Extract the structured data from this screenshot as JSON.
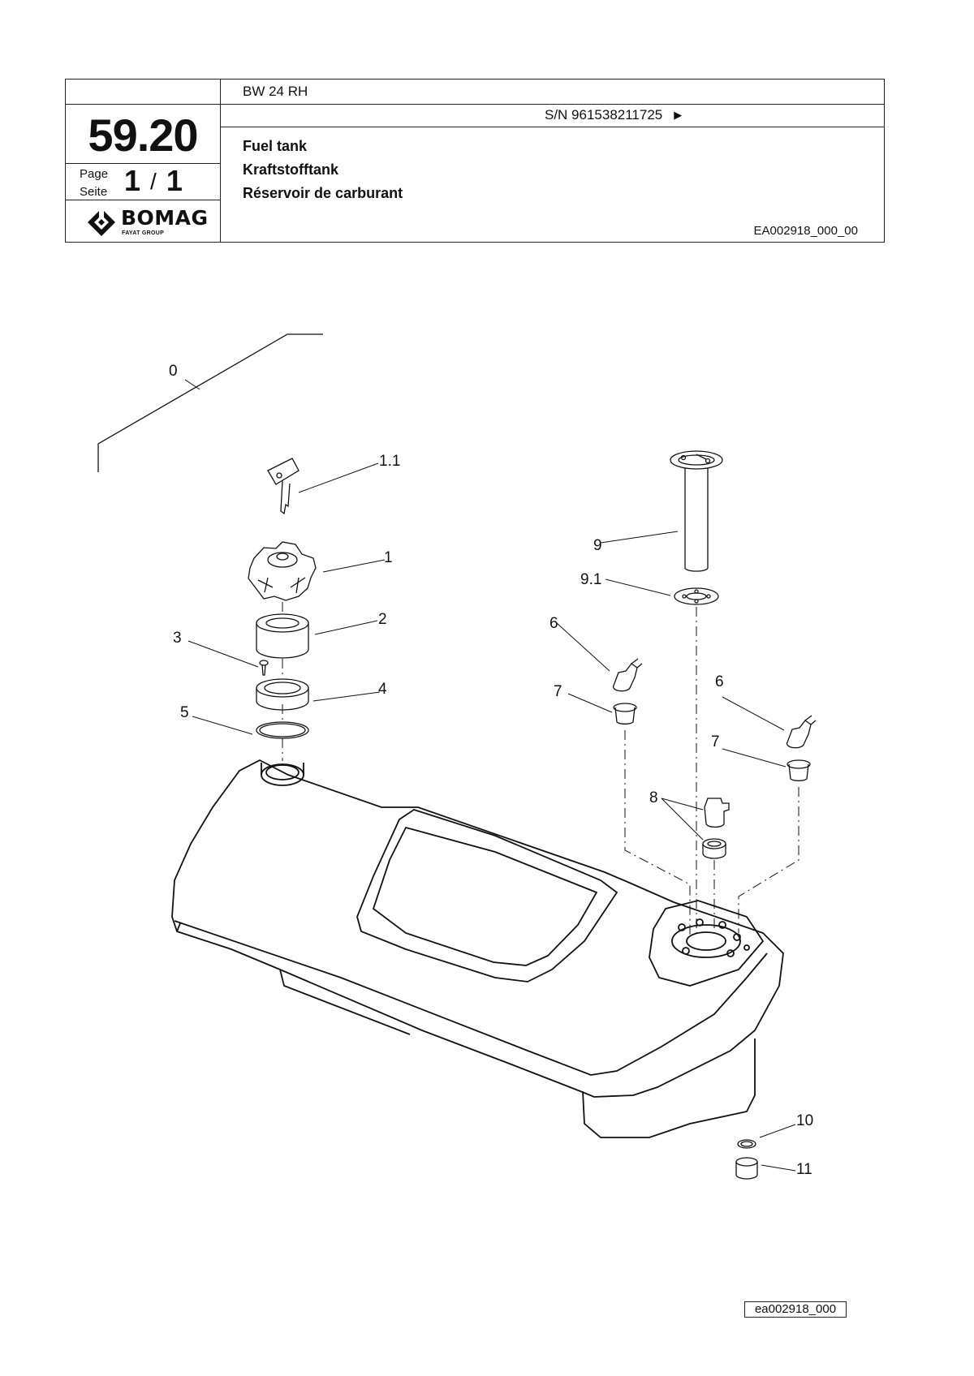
{
  "header": {
    "page_number": "59.20",
    "page_label_en": "Page",
    "page_label_de": "Seite",
    "page_current": "1",
    "page_total": "1",
    "logo_text": "BOMAG",
    "logo_sub": "FAYAT GROUP",
    "model": "BW 24 RH",
    "serial": "S/N 961538211725",
    "serial_arrow": "▶",
    "title_en": "Fuel tank",
    "title_de": "Kraftstofftank",
    "title_fr": "Réservoir de carburant",
    "drawing_code": "EA002918_000_00"
  },
  "callouts": {
    "c0": "0",
    "c1_1": "1.1",
    "c1": "1",
    "c2": "2",
    "c3": "3",
    "c4": "4",
    "c5": "5",
    "c6a": "6",
    "c6b": "6",
    "c7a": "7",
    "c7b": "7",
    "c8": "8",
    "c9": "9",
    "c9_1": "9.1",
    "c10": "10",
    "c11": "11"
  },
  "footer": {
    "image_code": "ea002918_000"
  }
}
